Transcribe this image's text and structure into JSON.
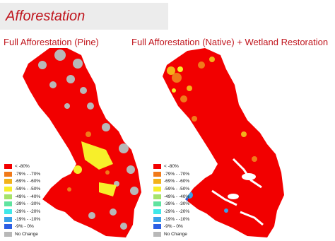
{
  "header": {
    "title": "Afforestation"
  },
  "colors": {
    "title": "#c0161e"
  },
  "legend": [
    {
      "label": "< -80%",
      "color": "#f20000"
    },
    {
      "label": "-79% - -70%",
      "color": "#f07a1a"
    },
    {
      "label": "-69% - -60%",
      "color": "#f3b21a"
    },
    {
      "label": "-59% - -50%",
      "color": "#f7ef2a"
    },
    {
      "label": "-49% - -40%",
      "color": "#a6e36a"
    },
    {
      "label": "-39% - -30%",
      "color": "#5fe39f"
    },
    {
      "label": "-29% - -20%",
      "color": "#3fe8e8"
    },
    {
      "label": "-19% - -10%",
      "color": "#3aa0e8"
    },
    {
      "label": "-9% - 0%",
      "color": "#2c5fe3"
    },
    {
      "label": "No Change",
      "color": "#b8b8b8"
    }
  ],
  "panels": [
    {
      "title": "Full Afforestation (Pine)",
      "dominant": "< -80%",
      "secondary": [
        "No Change",
        "-59% - -50%"
      ]
    },
    {
      "title": "Full Afforestation (Native) + Wetland Restoration",
      "dominant": "< -80%",
      "secondary": [
        "-79% - -70%",
        "-69% - -60%",
        "-19% - -10%",
        "-9% - 0%"
      ]
    }
  ]
}
